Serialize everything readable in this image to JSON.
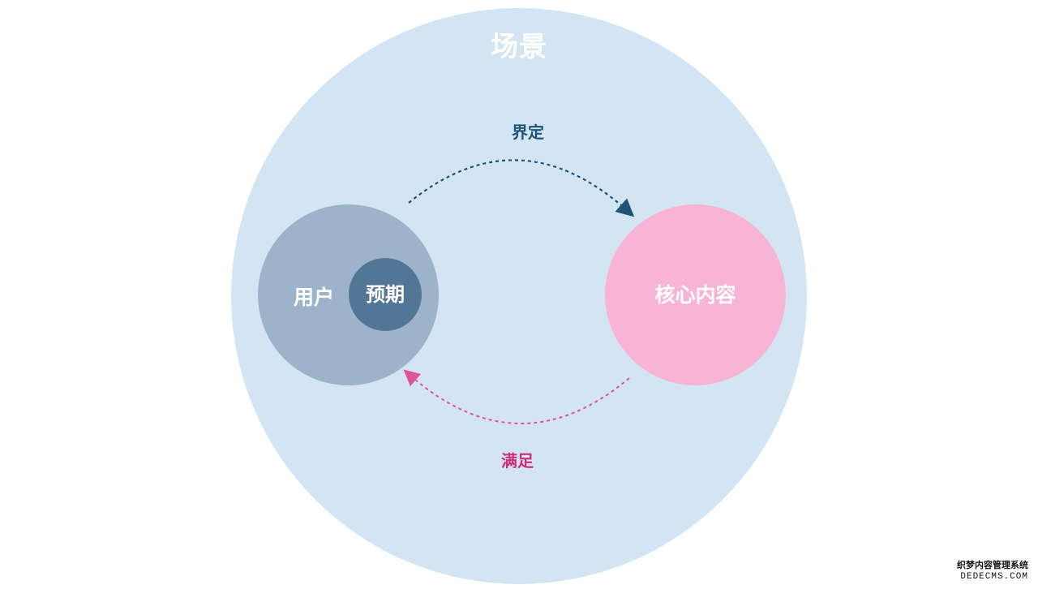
{
  "diagram": {
    "scene_label": "场景",
    "top_arrow_label": "界定",
    "bottom_arrow_label": "满足",
    "user_label": "用户",
    "expectation_label": "预期",
    "core_content_label": "核心内容",
    "colors": {
      "scene": "#d3e5f3",
      "user": "#9db3c9",
      "expectation": "#527696",
      "core_content": "#f8b4d5",
      "define_arrow": "#1e5478",
      "satisfy_arrow": "#e0559a"
    }
  },
  "watermark": {
    "line1": "织梦内容管理系统",
    "line2": "DEDECMS.COM"
  }
}
